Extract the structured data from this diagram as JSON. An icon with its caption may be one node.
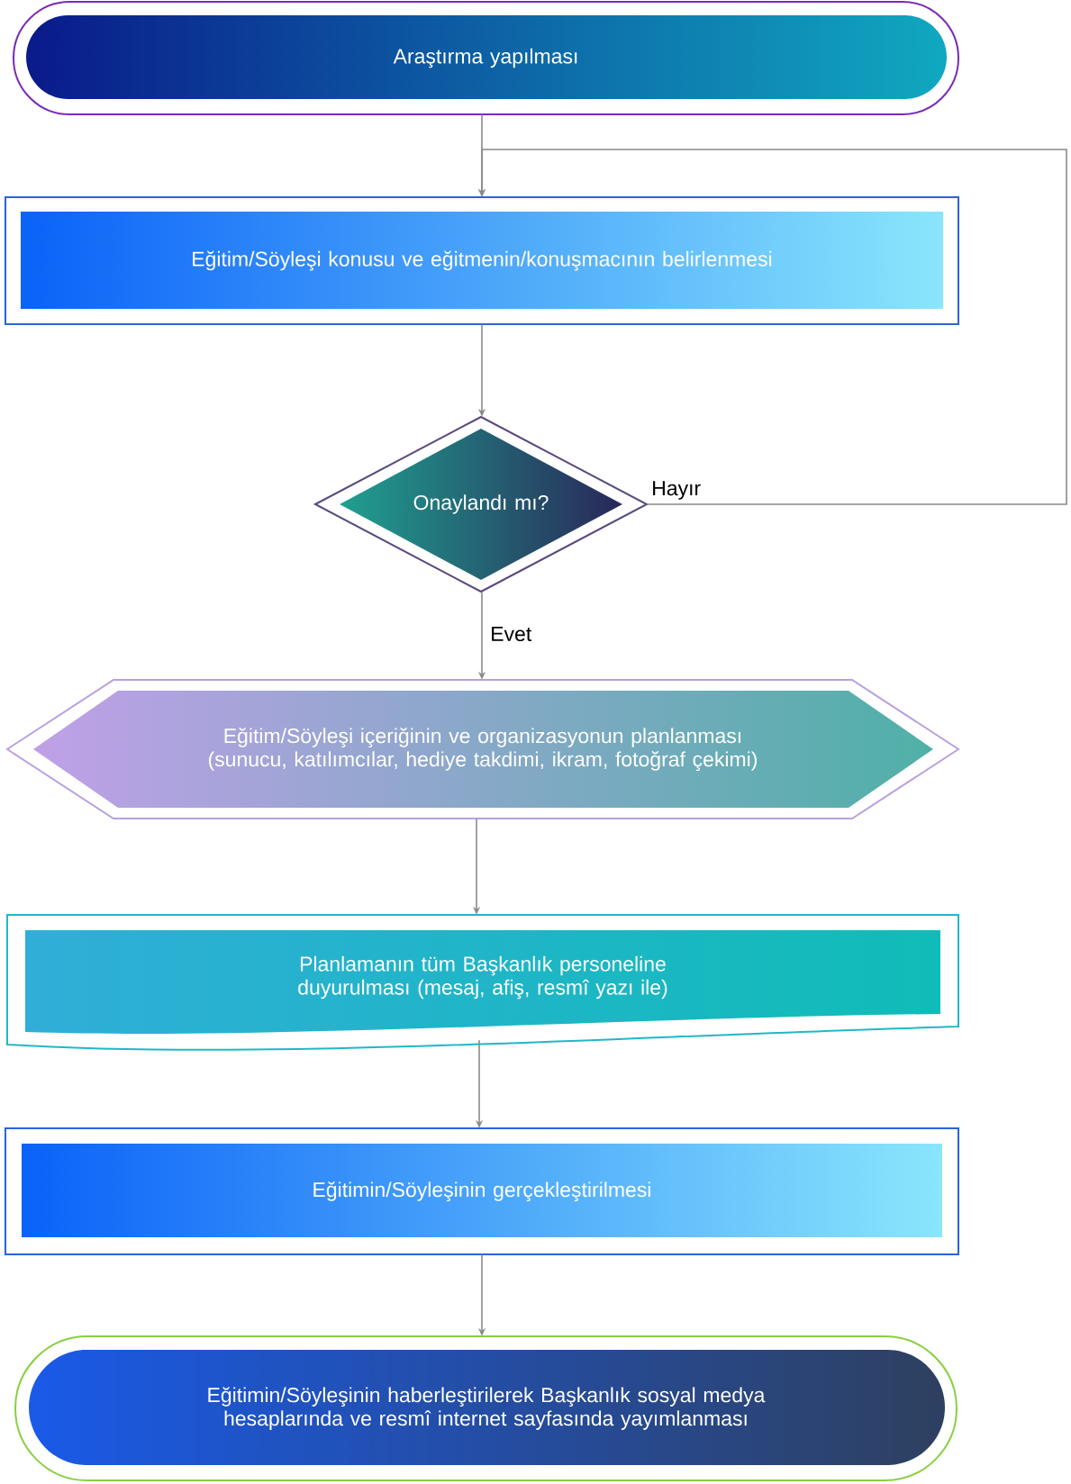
{
  "diagram": {
    "nodes": [
      {
        "text": [
          "Araştırma yapılması"
        ]
      },
      {
        "text": [
          "Eğitim/Söyleşi konusu ve eğitmenin/konuşmacının belirlenmesi"
        ]
      },
      {
        "text": [
          "Onaylandı mı?"
        ]
      },
      {
        "text": [
          "Eğitim/Söyleşi içeriğinin ve organizasyonun planlanması (sunucu, katılımcılar, hediye takdimi, ikram, fotoğraf çekimi)"
        ]
      },
      {
        "text": [
          "Planlamanın tüm Başkanlık personeline duyurulması (mesaj, afiş, resmî yazı ile)"
        ]
      },
      {
        "text": [
          "Eğitimin/Söyleşinin gerçekleştirilmesi"
        ]
      },
      {
        "text": [
          "Eğitimin/Söyleşinin haberleştirilerek Başkanlık sosyal medya hesaplarında ve resmî internet sayfasında yayımlanması"
        ]
      }
    ],
    "edges": [
      {
        "from": 0,
        "to": 1,
        "arrow": "to"
      },
      {
        "from": 1,
        "to": 2,
        "arrow": "to"
      },
      {
        "from": 2,
        "to": 3,
        "arrow": "to",
        "label": "Evet"
      },
      {
        "from": 3,
        "to": 4,
        "arrow": "to"
      },
      {
        "from": 4,
        "to": 5,
        "arrow": "to"
      },
      {
        "from": 5,
        "to": 6,
        "arrow": "to"
      },
      {
        "from": 2,
        "to": 1,
        "arrow": "to",
        "label": "Hayır"
      }
    ]
  }
}
